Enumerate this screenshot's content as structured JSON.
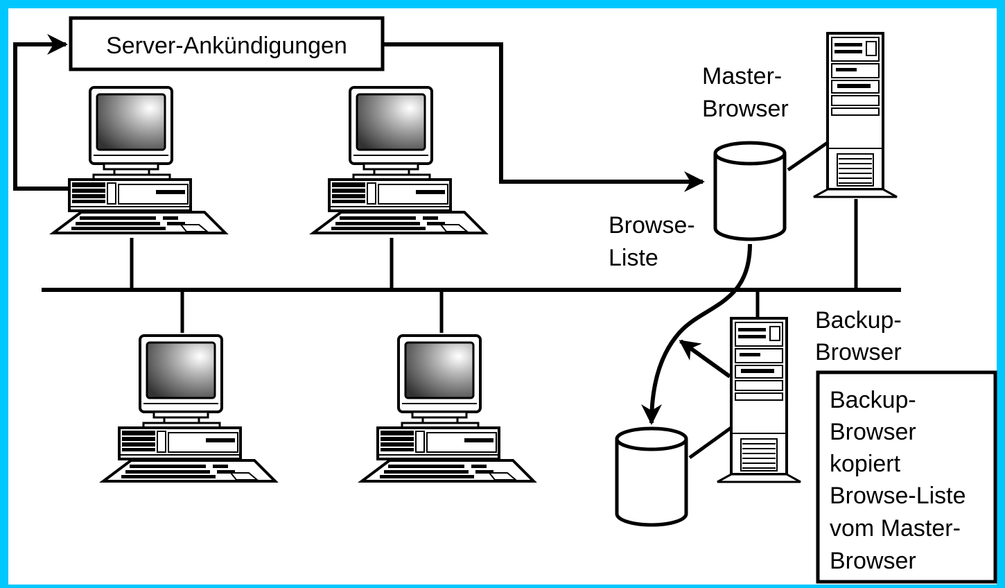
{
  "colors": {
    "frame": "#00c8ff",
    "background": "#ffffff",
    "ink": "#000000"
  },
  "labels": {
    "server_announcements": "Server-Ankündigungen",
    "master_browser": [
      "Master-",
      "Browser"
    ],
    "browse_list": [
      "Browse-",
      "Liste"
    ],
    "backup_browser": [
      "Backup-",
      "Browser"
    ],
    "note": [
      "Backup-",
      "Browser",
      "kopiert",
      "Browse-Liste",
      "vom Master-",
      "Browser"
    ]
  },
  "icons": {
    "workstation": "desktop-computer-icon",
    "server": "tower-server-icon",
    "database": "cylinder-database-icon"
  }
}
